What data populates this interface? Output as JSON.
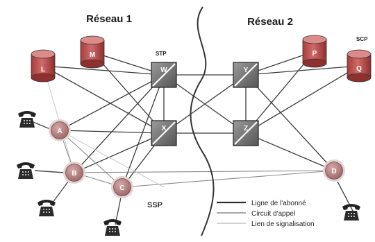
{
  "titles": {
    "reseau1": "Réseau 1",
    "reseau2": "Réseau 2"
  },
  "labels": {
    "stp": "STP",
    "scp": "SCP",
    "ssp": "SSP"
  },
  "nodes": {
    "L": "L",
    "M": "M",
    "P": "P",
    "Q": "Q",
    "W": "W",
    "X": "X",
    "Y": "Y",
    "Z": "Z",
    "A": "A",
    "B": "B",
    "C": "C",
    "D": "D"
  },
  "legend": {
    "items": [
      "Ligne de l'abonné",
      "Circuit d'appel",
      "Lien de signalisation"
    ]
  },
  "colors": {
    "database": "#c94f4f",
    "database_top": "#dd8a8a",
    "switch": "#7c7c7c",
    "switch_dark": "#3f3f3f",
    "ssp_node": "#b98282",
    "ssp_ring": "#d9c7c7",
    "link_dark": "#3a3a3a",
    "link_mid": "#8a8a8a",
    "link_light": "#c8c8c8"
  },
  "icons": {
    "phone": "telephone-icon",
    "database": "database-icon",
    "switch": "switch-icon"
  }
}
